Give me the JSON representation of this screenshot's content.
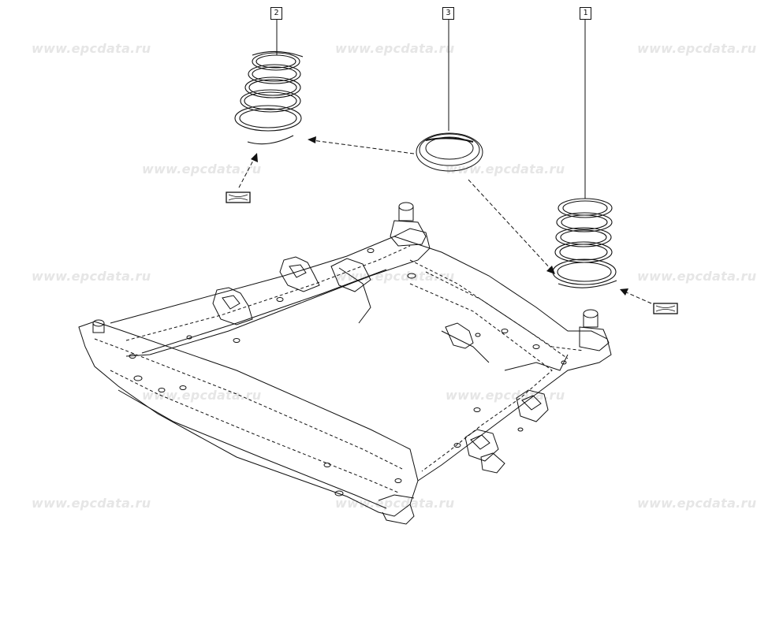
{
  "watermark": {
    "text": "www.epcdata.ru"
  },
  "callouts": [
    {
      "id": "callout-1",
      "label": "1"
    },
    {
      "id": "callout-2",
      "label": "2"
    },
    {
      "id": "callout-3",
      "label": "3"
    }
  ],
  "colors": {
    "line": "#111111",
    "watermark": "#e6e6e6",
    "background": "#ffffff"
  }
}
